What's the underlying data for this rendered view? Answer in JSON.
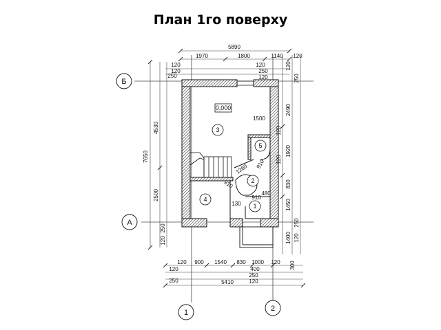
{
  "title": "План 1го поверху",
  "axes": {
    "horizontal": [
      "Б",
      "А"
    ],
    "vertical": [
      "1",
      "2"
    ]
  },
  "rooms": [
    "3",
    "5",
    "2",
    "4",
    "1"
  ],
  "level_mark": "0,000",
  "dimensions": {
    "top_overall": "5890",
    "top_chain": [
      "1970",
      "1800",
      "1140",
      "120"
    ],
    "top_wall_small": [
      "120",
      "250",
      "120"
    ],
    "left_small": [
      "120",
      "120",
      "250"
    ],
    "left_overall": "7650",
    "left_chain": [
      "4530",
      "2500",
      "250",
      "120"
    ],
    "right_chain": [
      "120",
      "250",
      "2490",
      "120",
      "1920",
      "120",
      "830",
      "1450",
      "250",
      "1400",
      "120"
    ],
    "bottom_chain": [
      "120",
      "900",
      "1540",
      "830",
      "1000",
      "120"
    ],
    "bottom_small": [
      "120",
      "250",
      "400",
      "250",
      "120",
      "300"
    ],
    "bottom_overall": "5410",
    "inner": [
      "1500",
      "910",
      "1260",
      "910",
      "910",
      "480",
      "130"
    ]
  }
}
